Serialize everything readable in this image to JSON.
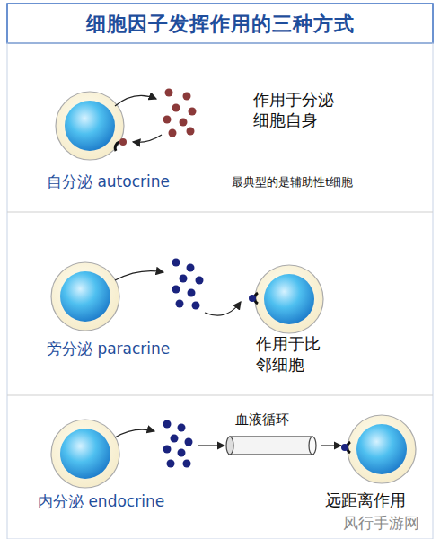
{
  "diagram": {
    "title": "细胞因子发挥作用的三种方式",
    "labels": [
      "作用于分泌细胞自身",
      "自分泌 autocrine",
      "最典型的是辅助性t细胞",
      "旁分泌 paracrine",
      "作用于比邻细胞",
      "血液循环",
      "内分泌 endocrine",
      "远距离作用",
      "风行手游网"
    ]
  }
}
